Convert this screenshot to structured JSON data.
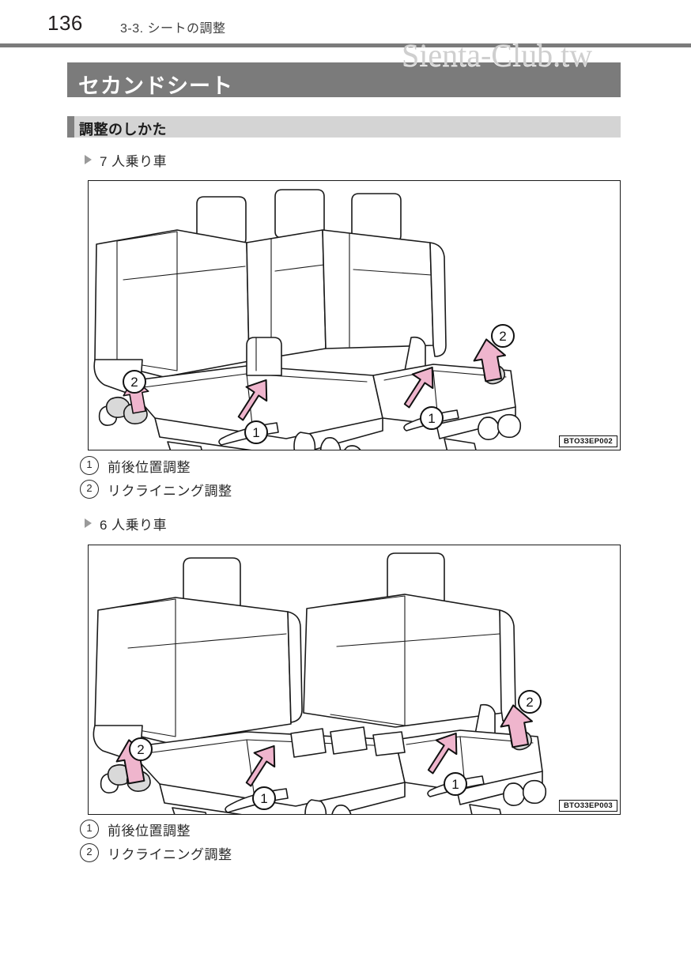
{
  "document": {
    "page_number": "136",
    "running_head": "3-3. シートの調整",
    "chapter_title": "セカンドシート",
    "section_title": "調整のしかた",
    "watermark": "Sienta-Club.tw"
  },
  "sections": [
    {
      "heading": "7 人乗り車",
      "figure_code": "BTO33EP002",
      "figure_alt": "7人乗り車のセカンドシート（ベンチシート・ヘッドレスト3個）の線画",
      "callouts": [
        {
          "num": "1",
          "label": "前後位置調整"
        },
        {
          "num": "2",
          "label": "リクライニング調整"
        }
      ]
    },
    {
      "heading": "6 人乗り車",
      "figure_code": "BTO33EP003",
      "figure_alt": "6人乗り車のセカンドシート（キャプテンシート・ヘッドレスト2個）の線画",
      "callouts": [
        {
          "num": "1",
          "label": "前後位置調整"
        },
        {
          "num": "2",
          "label": "リクライニング調整"
        }
      ]
    }
  ],
  "colors": {
    "rule_gray": "#7b7b7b",
    "title_bar": "#7b7b7b",
    "sub_bar": "#d4d4d4",
    "sub_bar_accent": "#808080",
    "arrow_pink": "#efb5cd",
    "line_black": "#1a1a1a",
    "watermark_gray": "#cfcfcf"
  }
}
